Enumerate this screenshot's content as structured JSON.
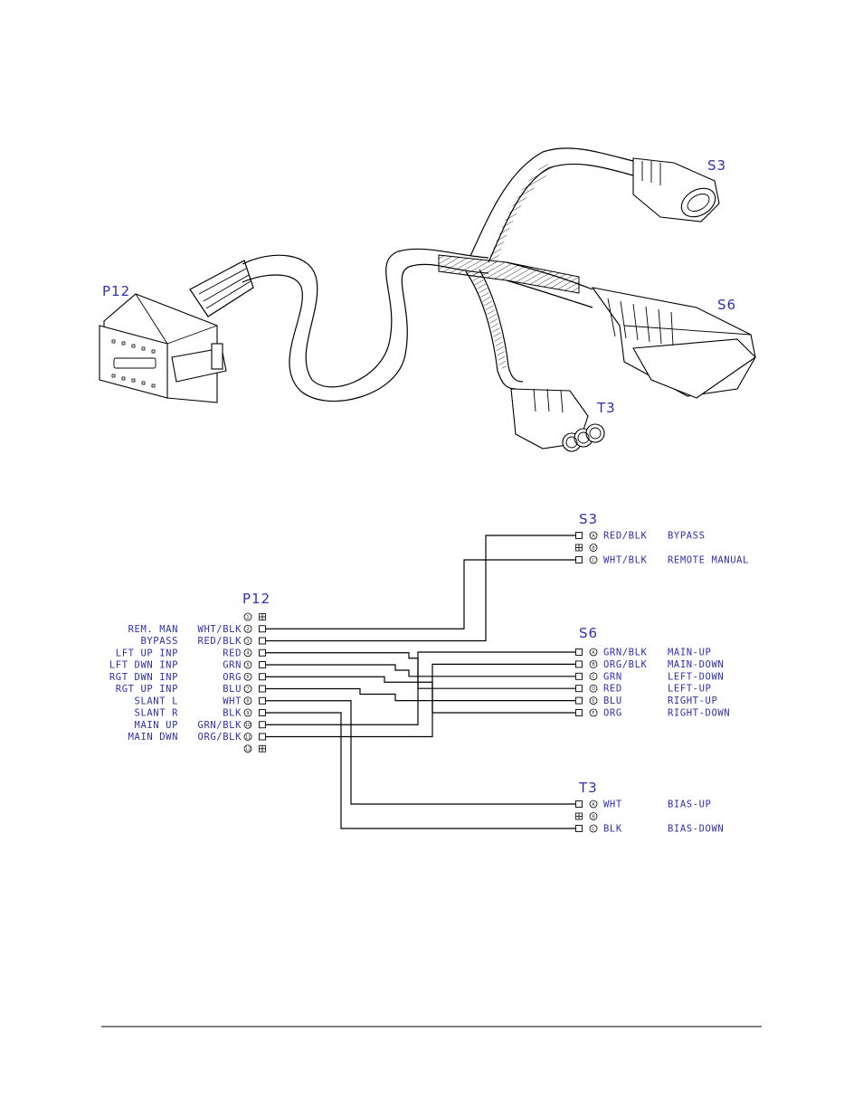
{
  "illustration": {
    "labels": {
      "s3": "S3",
      "s6": "S6",
      "p12": "P12",
      "t3": "T3"
    }
  },
  "schematic": {
    "p12": {
      "title": "P12",
      "pins": [
        {
          "pin": "1",
          "signal": "",
          "wire": "",
          "state": "plug"
        },
        {
          "pin": "2",
          "signal": "REM. MAN",
          "wire": "WHT/BLK",
          "state": "wired"
        },
        {
          "pin": "3",
          "signal": "BYPASS",
          "wire": "RED/BLK",
          "state": "wired"
        },
        {
          "pin": "4",
          "signal": "LFT UP INP",
          "wire": "RED",
          "state": "wired"
        },
        {
          "pin": "5",
          "signal": "LFT DWN INP",
          "wire": "GRN",
          "state": "wired"
        },
        {
          "pin": "6",
          "signal": "RGT DWN INP",
          "wire": "ORG",
          "state": "wired"
        },
        {
          "pin": "7",
          "signal": "RGT UP INP",
          "wire": "BLU",
          "state": "wired"
        },
        {
          "pin": "8",
          "signal": "SLANT L",
          "wire": "WHT",
          "state": "wired"
        },
        {
          "pin": "9",
          "signal": "SLANT R",
          "wire": "BLK",
          "state": "wired"
        },
        {
          "pin": "10",
          "signal": "MAIN UP",
          "wire": "GRN/BLK",
          "state": "wired"
        },
        {
          "pin": "11",
          "signal": "MAIN DWN",
          "wire": "ORG/BLK",
          "state": "wired"
        },
        {
          "pin": "12",
          "signal": "",
          "wire": "",
          "state": "plug"
        }
      ]
    },
    "s3": {
      "title": "S3",
      "pins": [
        {
          "pin": "A",
          "wire": "RED/BLK",
          "function": "BYPASS",
          "state": "wired"
        },
        {
          "pin": "B",
          "wire": "",
          "function": "",
          "state": "plug"
        },
        {
          "pin": "C",
          "wire": "WHT/BLK",
          "function": "REMOTE MANUAL",
          "state": "wired"
        }
      ]
    },
    "s6": {
      "title": "S6",
      "pins": [
        {
          "pin": "A",
          "wire": "GRN/BLK",
          "function": "MAIN-UP",
          "state": "wired"
        },
        {
          "pin": "B",
          "wire": "ORG/BLK",
          "function": "MAIN-DOWN",
          "state": "wired"
        },
        {
          "pin": "C",
          "wire": "GRN",
          "function": "LEFT-DOWN",
          "state": "wired"
        },
        {
          "pin": "D",
          "wire": "RED",
          "function": "LEFT-UP",
          "state": "wired"
        },
        {
          "pin": "E",
          "wire": "BLU",
          "function": "RIGHT-UP",
          "state": "wired"
        },
        {
          "pin": "F",
          "wire": "ORG",
          "function": "RIGHT-DOWN",
          "state": "wired"
        }
      ]
    },
    "t3": {
      "title": "T3",
      "pins": [
        {
          "pin": "A",
          "wire": "WHT",
          "function": "BIAS-UP",
          "state": "wired"
        },
        {
          "pin": "B",
          "wire": "",
          "function": "",
          "state": "plug"
        },
        {
          "pin": "C",
          "wire": "BLK",
          "function": "BIAS-DOWN",
          "state": "wired"
        }
      ]
    },
    "connections": [
      {
        "from": "P12.2",
        "to": "S3.C"
      },
      {
        "from": "P12.3",
        "to": "S3.A"
      },
      {
        "from": "P12.4",
        "to": "S6.D"
      },
      {
        "from": "P12.5",
        "to": "S6.C"
      },
      {
        "from": "P12.6",
        "to": "S6.F"
      },
      {
        "from": "P12.7",
        "to": "S6.E"
      },
      {
        "from": "P12.8",
        "to": "T3.A"
      },
      {
        "from": "P12.9",
        "to": "T3.C"
      },
      {
        "from": "P12.10",
        "to": "S6.A"
      },
      {
        "from": "P12.11",
        "to": "S6.B"
      }
    ]
  },
  "colors": {
    "label": "#2f2fb4",
    "line": "#000000"
  }
}
